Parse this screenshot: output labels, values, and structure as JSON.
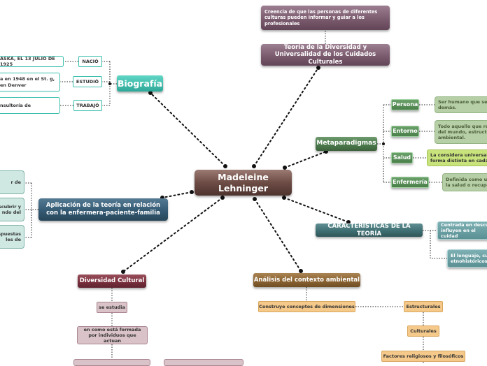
{
  "central": {
    "label": "Madeleine Lehninger",
    "color": "#6d4c46"
  },
  "biografia": {
    "label": "Biografía",
    "color": "#3bbfad",
    "items": [
      {
        "key": "NACIÓ",
        "value": "ASKA, EL 13 JULIO DE 1925"
      },
      {
        "key": "ESTUDIÓ",
        "value": "a en 1948 en el St. g, en Denver"
      },
      {
        "key": "TRABAJÓ",
        "value": "nsultoría de"
      }
    ]
  },
  "teoria": {
    "label": "Teoría de la Diversidad y Universalidad de los Cuidados Culturales",
    "child": "Creencia de que las personas de diferentes culturas pueden informar y guiar a los profesionales",
    "color": "#7b5b6e"
  },
  "metaparadigmas": {
    "label": "Metaparadigmas",
    "color": "#4d7a4d",
    "items": [
      {
        "label": "Persona",
        "desc": "Ser humano que se c demás."
      },
      {
        "label": "Entorno",
        "desc": "Todo aquello que roc del mundo, estructu ambiental."
      },
      {
        "label": "Salud",
        "desc": "La considera universal, forma distinta en cada"
      },
      {
        "label": "Enfermería",
        "desc": "Definida como un la salud o recupe"
      }
    ]
  },
  "caracteristicas": {
    "label": "CARACTERISTICAS DE LA TEORÍA",
    "color": "#3f6f73",
    "items": [
      "Centrada en descub influyen en el cuidad",
      "El lenguaje, cul etnohistóricos"
    ]
  },
  "aplicacion": {
    "label": "Aplicación de la teoría en relación con la enfermera-paciente-familia",
    "color": "#355a73",
    "items": [
      "r de",
      "scubrir y ndo del",
      "spuestas les de"
    ]
  },
  "diversidad": {
    "label": "Diversidad Cultural",
    "color": "#7a2f3d",
    "items": [
      "se estudia",
      "en como está formada por individuos que actuan"
    ]
  },
  "analisis": {
    "label": "Análisis del contexto ambiental",
    "color": "#8a6332",
    "child": "Construye conceptos de dimensiones",
    "items": [
      "Estructurales",
      "Culturales",
      "Factores religiosos y filosóficos"
    ]
  }
}
